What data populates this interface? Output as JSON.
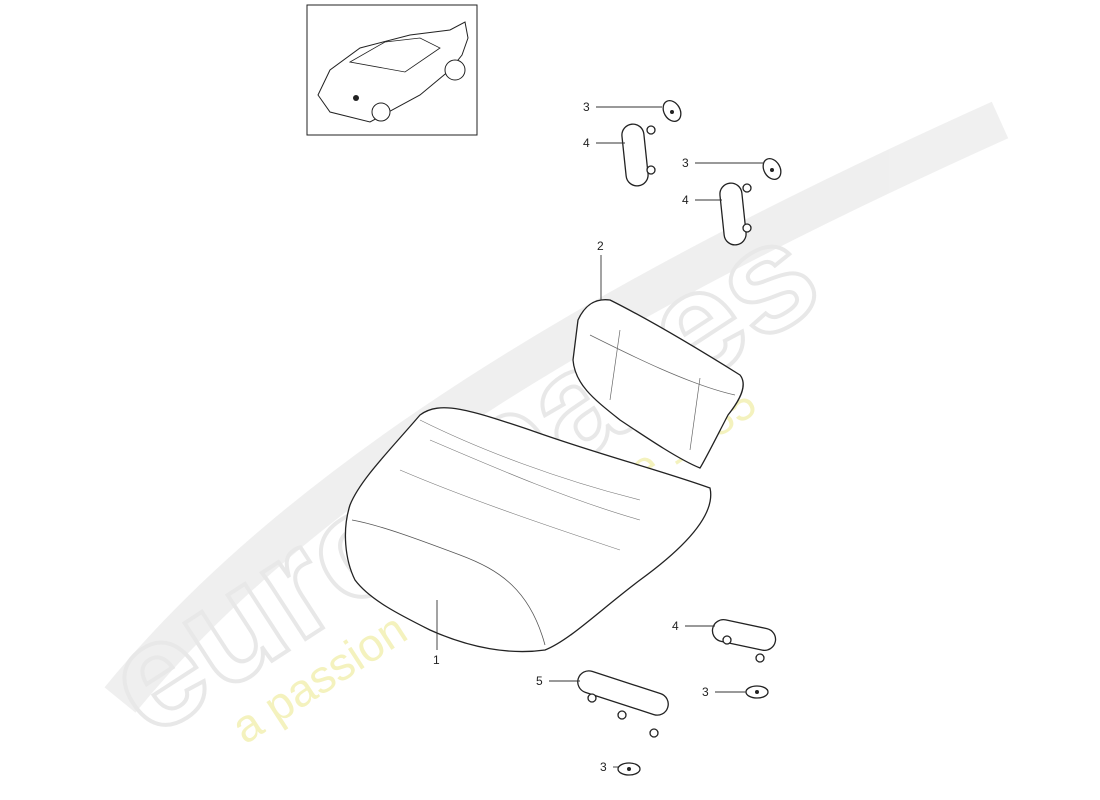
{
  "watermark": {
    "brand": "eurospares",
    "tagline": "a passion for parts since 1985"
  },
  "callouts": [
    {
      "id": "c1",
      "label": "3"
    },
    {
      "id": "c2",
      "label": "4"
    },
    {
      "id": "c3",
      "label": "3"
    },
    {
      "id": "c4",
      "label": "4"
    },
    {
      "id": "c5",
      "label": "2"
    },
    {
      "id": "c6",
      "label": "1"
    },
    {
      "id": "c7",
      "label": "4"
    },
    {
      "id": "c8",
      "label": "3"
    },
    {
      "id": "c9",
      "label": "5"
    },
    {
      "id": "c10",
      "label": "3"
    }
  ]
}
